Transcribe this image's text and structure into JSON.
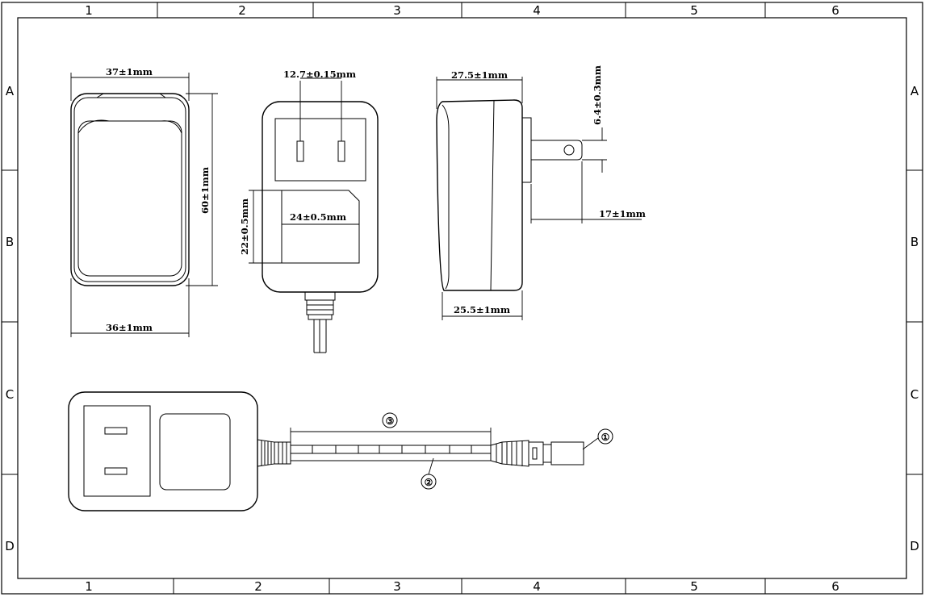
{
  "grid": {
    "columns": [
      "1",
      "2",
      "3",
      "4",
      "5",
      "6"
    ],
    "rows": [
      "A",
      "B",
      "C",
      "D"
    ]
  },
  "dimensions": {
    "front_top_width": "37±1mm",
    "front_bottom_width": "36±1mm",
    "front_height": "60±1mm",
    "pin_spacing": "12.7±0.15mm",
    "label_width": "24±0.5mm",
    "label_height": "22±0.5mm",
    "side_top_depth": "27.5±1mm",
    "side_bottom_depth": "25.5±1mm",
    "pin_width": "6.4±0.3mm",
    "pin_length": "17±1mm"
  },
  "callouts": {
    "dc_plug": "①",
    "cable": "②",
    "cable_length": "③"
  }
}
